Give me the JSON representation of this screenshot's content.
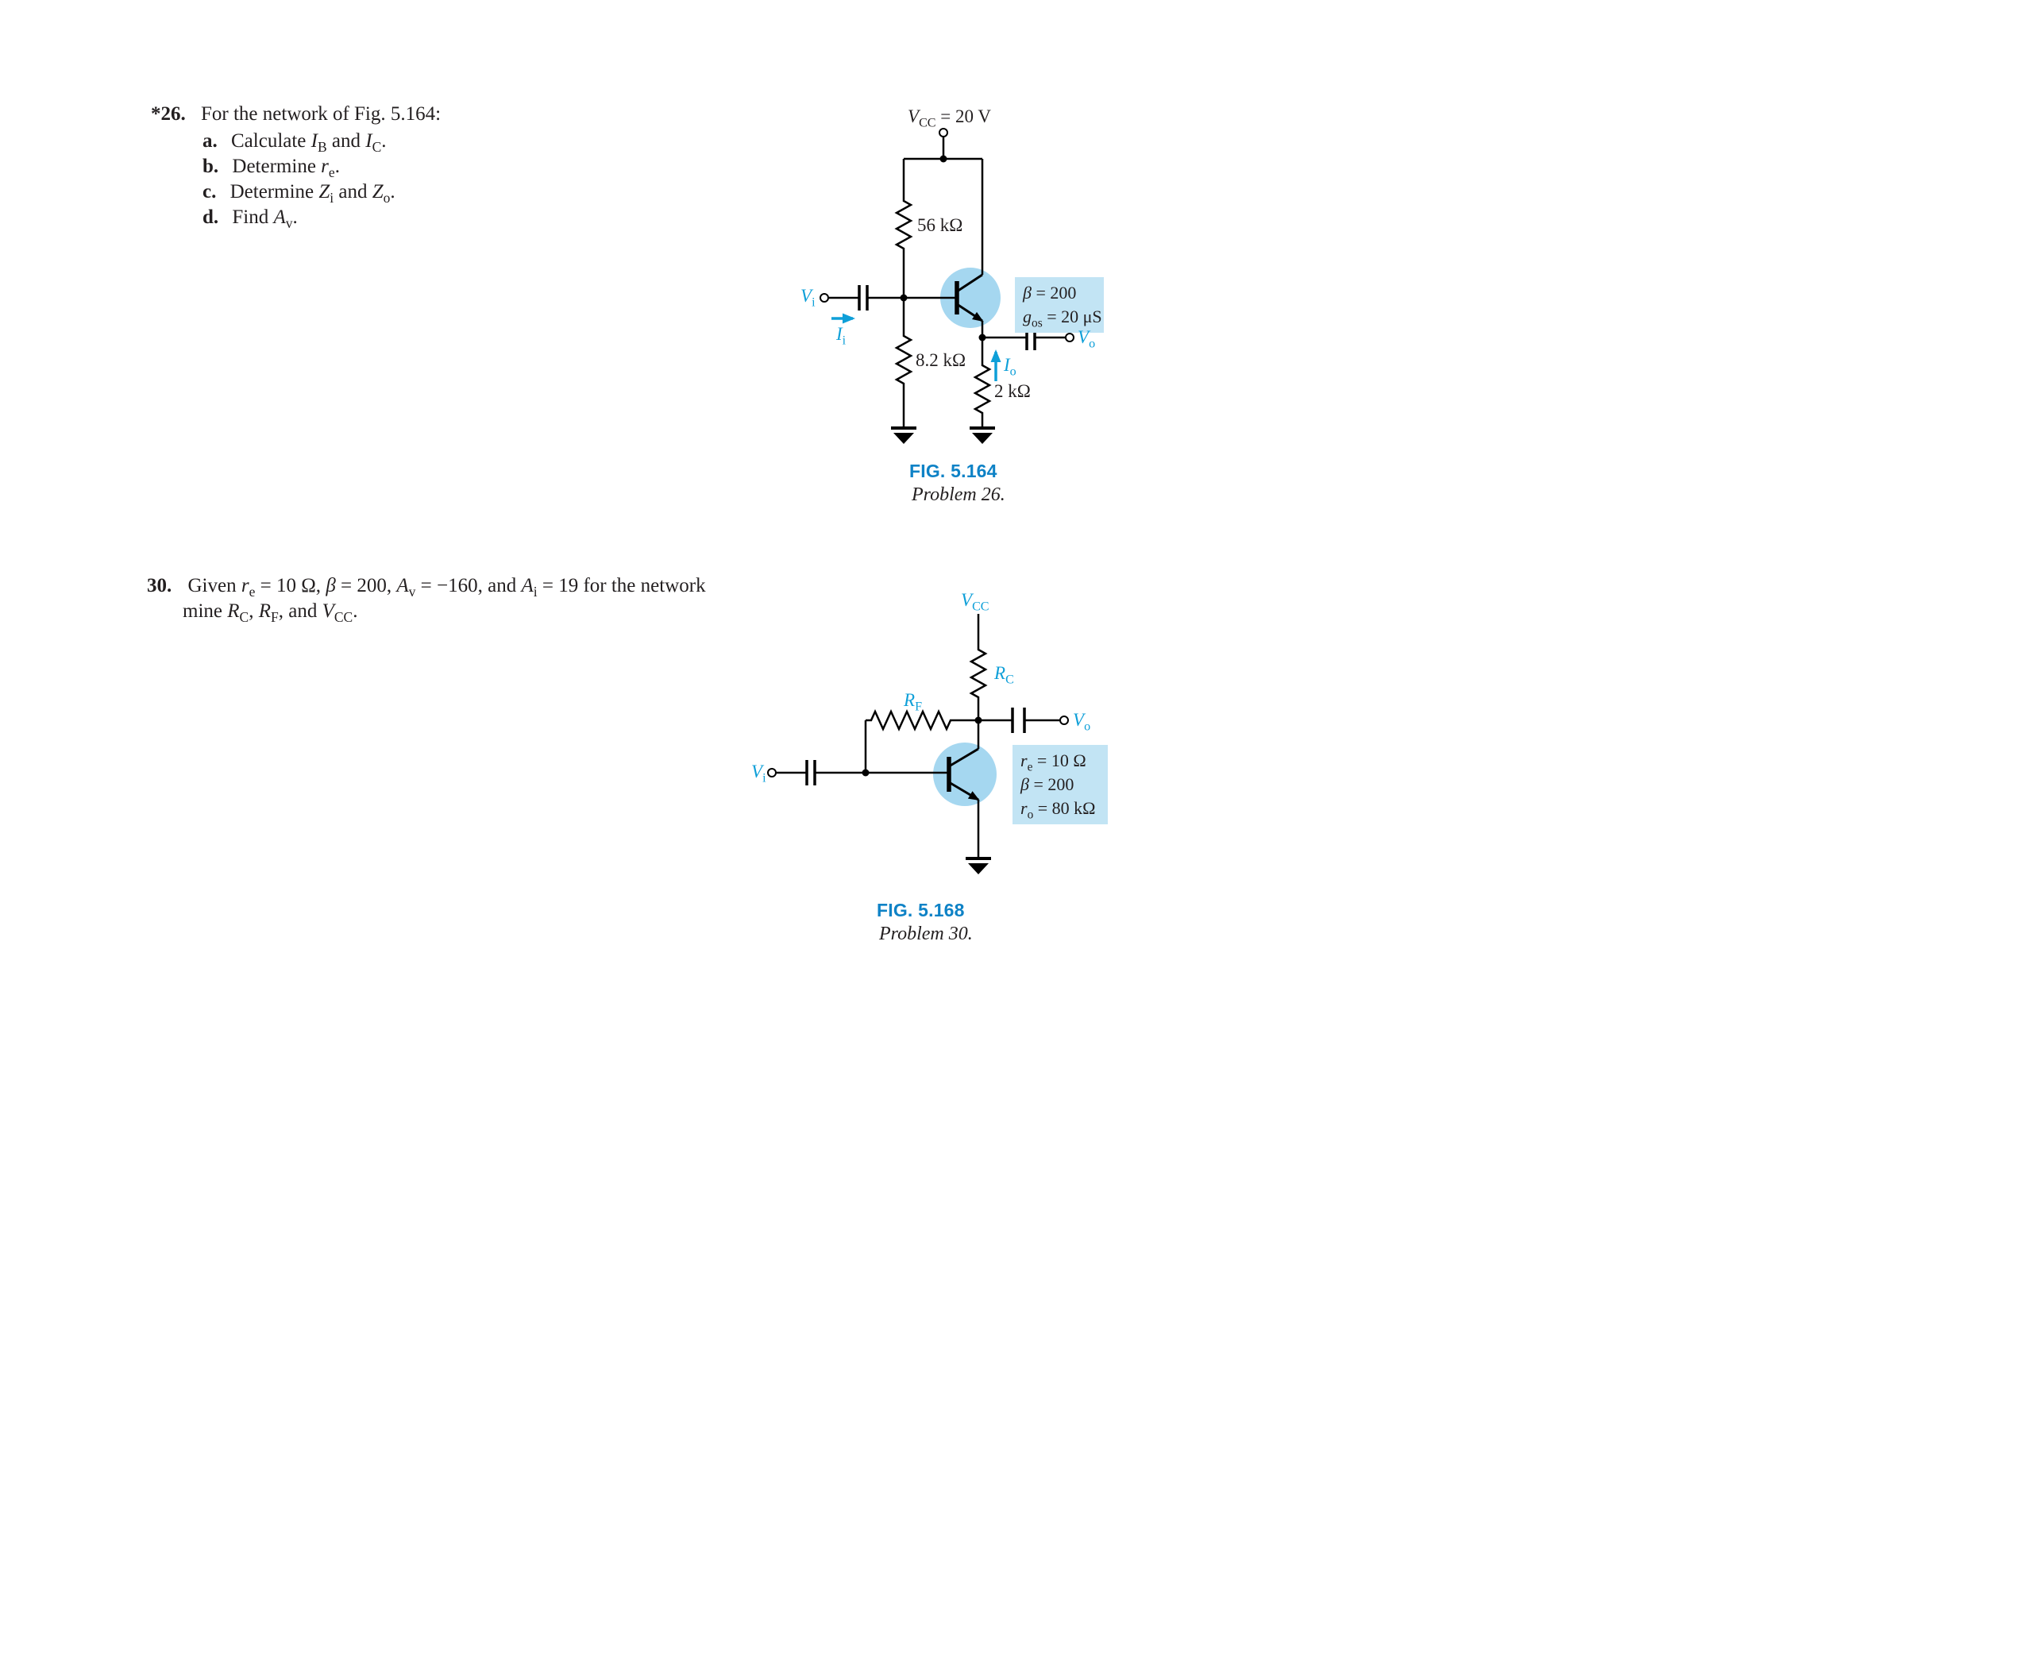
{
  "theme": {
    "ink": "#231f20",
    "accent": "#0e9fd8",
    "fig-label": "#0e82c6",
    "box-bg": "#c2e4f4",
    "transistor-bg": "#a5d7f0",
    "page-bg": "#ffffff"
  },
  "problem26": {
    "number": "*26.",
    "intro": "For the network of Fig. 5.164:",
    "items": [
      {
        "letter": "a.",
        "text": "Calculate *I*~B~ and *I*~C~."
      },
      {
        "letter": "b.",
        "text": "Determine *r*~e~."
      },
      {
        "letter": "c.",
        "text": "Determine *Z*~i~ and *Z*~o~."
      },
      {
        "letter": "d.",
        "text": "Find *A*~v~."
      }
    ]
  },
  "problem30": {
    "number": "30.",
    "line1": "Given *r*~e~ = 10 Ω, *β* = 200, *A*~v~ = −160, and *A*~i~ = 19 for the network",
    "line2": "mine *R*~C~, *R*~F~, and *V*~CC~."
  },
  "fig164": {
    "vcc_label": "*V*~CC~ = 20 V",
    "r1_label": "56 kΩ",
    "r2_label": "8.2 kΩ",
    "re_label": "2 kΩ",
    "vi_label": "*V*~i~",
    "ii_label": "*I*~i~",
    "io_label": "*I*~o~",
    "vo_label": "*V*~o~",
    "box_line1": "*β* = 200",
    "box_line2": "*g*~os~ = 20 μS",
    "caption": "FIG. 5.164",
    "subcaption": "Problem 26."
  },
  "fig168": {
    "vcc_label": "*V*~CC~",
    "rc_label": "*R*~C~",
    "rf_label": "*R*~F~",
    "vi_label": "*V*~i~",
    "vo_label": "*V*~o~",
    "box_line1": "*r*~e~ = 10 Ω",
    "box_line2": "*β* = 200",
    "box_line3": "*r*~o~ = 80 kΩ",
    "caption": "FIG. 5.168",
    "subcaption": "Problem 30."
  }
}
